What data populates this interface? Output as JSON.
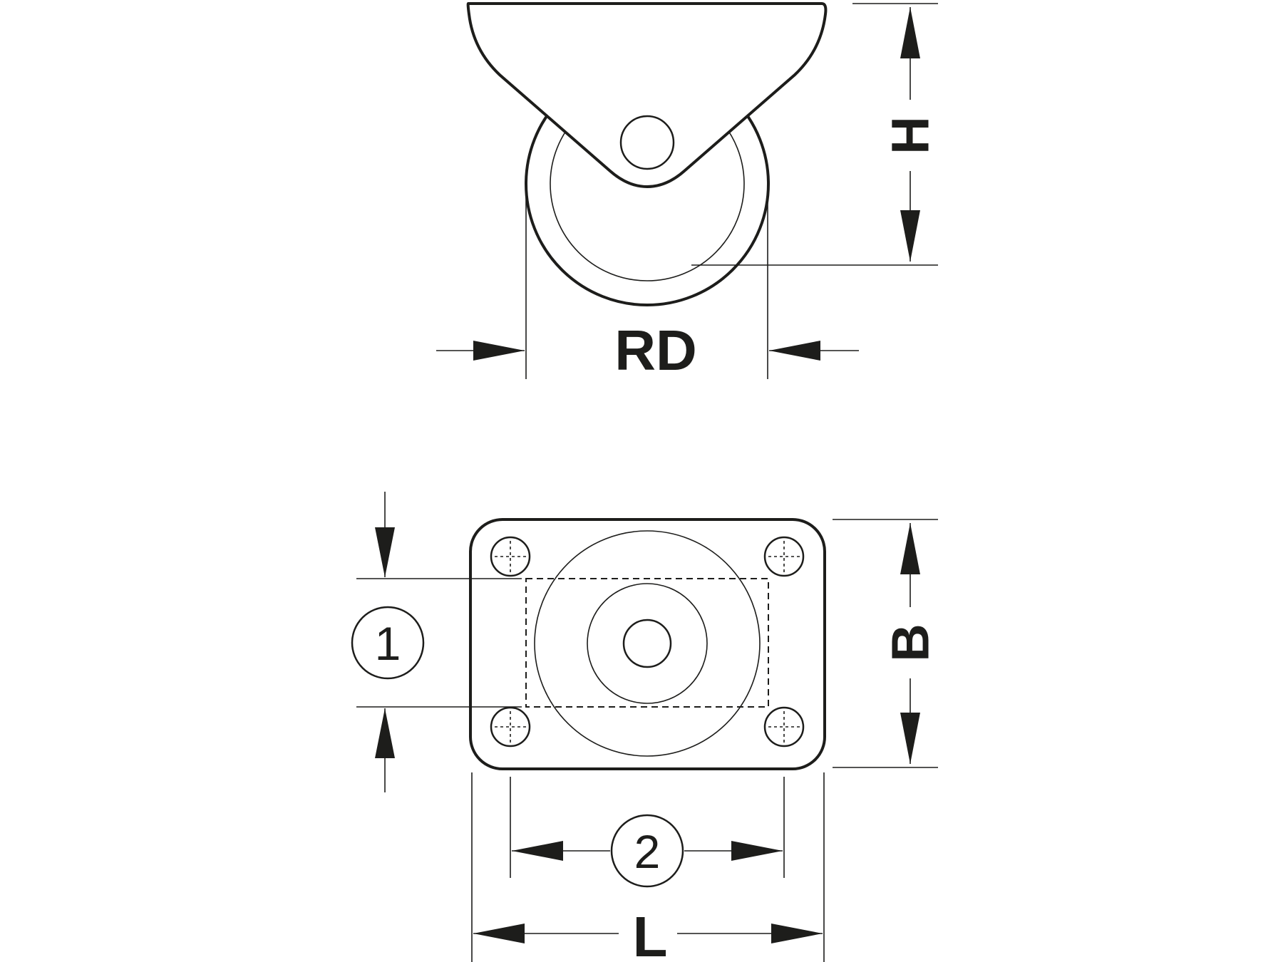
{
  "diagram": {
    "side_view": {
      "height_label": "H",
      "wheel_diameter_label": "RD"
    },
    "top_view": {
      "width_label": "B",
      "length_label": "L",
      "callout_1": "1",
      "callout_2": "2"
    }
  },
  "colors": {
    "line": "#1d1d1b",
    "background": "#ffffff"
  }
}
